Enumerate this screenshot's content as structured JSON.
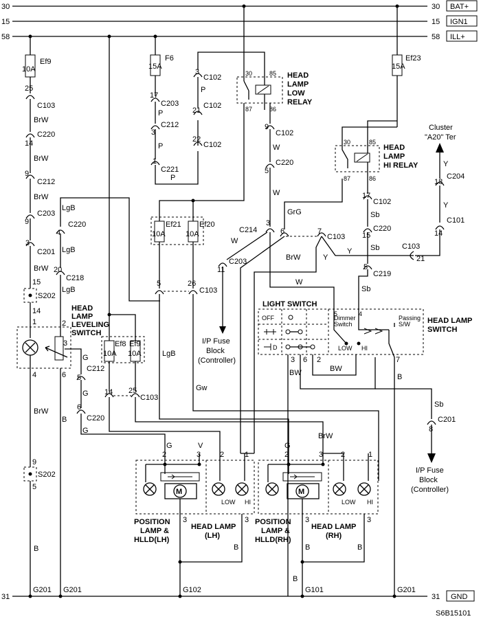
{
  "rails": {
    "top": [
      {
        "num": "30",
        "label": "BAT+"
      },
      {
        "num": "15",
        "label": "IGN1"
      },
      {
        "num": "58",
        "label": "ILL+"
      }
    ],
    "bottom": {
      "num": "31",
      "label": "GND"
    }
  },
  "relays": {
    "low": {
      "title": [
        "HEAD",
        "LAMP",
        "LOW",
        "RELAY"
      ],
      "pins": [
        "30",
        "85",
        "87",
        "86"
      ]
    },
    "hi": {
      "title": [
        "HEAD",
        "LAMP",
        "HI RELAY"
      ],
      "pins": [
        "30",
        "85",
        "87",
        "86"
      ]
    }
  },
  "fuses": {
    "ef9_left": {
      "name": "Ef9",
      "rating": "10A"
    },
    "f6": {
      "name": "F6",
      "rating": "15A"
    },
    "ef23": {
      "name": "Ef23",
      "rating": "15A"
    },
    "ef21": {
      "name": "Ef21",
      "rating": "10A"
    },
    "ef20": {
      "name": "Ef20",
      "rating": "10A"
    },
    "ef8": {
      "name": "Ef8",
      "rating": "10A"
    },
    "ef9_mid": {
      "name": "Ef9",
      "rating": "10A"
    }
  },
  "connectors": [
    {
      "id": "c103_25",
      "pin": "25",
      "name": "C103"
    },
    {
      "id": "c220_14",
      "pin": "14",
      "name": "C220"
    },
    {
      "id": "c212_9",
      "pin": "9",
      "name": "C212"
    },
    {
      "id": "c203_9",
      "pin": "9",
      "name": "C203"
    },
    {
      "id": "c201_3",
      "pin": "3",
      "name": "C201"
    },
    {
      "id": "c220_4",
      "pin": "4",
      "name": "C220"
    },
    {
      "id": "c218_20",
      "pin": "20",
      "name": "C218"
    },
    {
      "id": "c203_17",
      "pin": "17",
      "name": "C203"
    },
    {
      "id": "c212_3",
      "pin": "3",
      "name": "C212"
    },
    {
      "id": "c221_1",
      "pin": "1",
      "name": "C221"
    },
    {
      "id": "c102_3",
      "pin": "3",
      "name": "C102"
    },
    {
      "id": "c102_21",
      "pin": "21",
      "name": "C102"
    },
    {
      "id": "c102_22",
      "pin": "22",
      "name": "C102"
    },
    {
      "id": "c102_9",
      "pin": "9",
      "name": "C102"
    },
    {
      "id": "c220_5",
      "pin": "5",
      "name": "C220"
    },
    {
      "id": "c102_17",
      "pin": "17",
      "name": "C102"
    },
    {
      "id": "c220_15",
      "pin": "15",
      "name": "C220"
    },
    {
      "id": "c204_18",
      "pin": "18",
      "name": "C204"
    },
    {
      "id": "c101_14",
      "pin": "14",
      "name": "C101"
    },
    {
      "id": "c103_21",
      "pin": "21",
      "name": "C103"
    },
    {
      "id": "c219_5",
      "pin": "5",
      "name": "C219"
    },
    {
      "id": "c203_11",
      "pin": "11",
      "name": "C203"
    },
    {
      "id": "c212_5",
      "pin": "5",
      "name": "C212"
    },
    {
      "id": "c220_6",
      "pin": "6",
      "name": "C220"
    },
    {
      "id": "c201_8",
      "pin": "8",
      "name": "C201"
    }
  ],
  "wire_colors": {
    "brw": "BrW",
    "lgb": "LgB",
    "p": "P",
    "w": "W",
    "sb": "Sb",
    "y": "Y",
    "grg": "GrG",
    "g": "G",
    "gw": "Gw",
    "v": "V",
    "b": "B",
    "bw": "BW"
  },
  "splices": {
    "s202": "S202"
  },
  "labels": {
    "cluster": [
      "Cluster",
      "\"A20\" Ter"
    ],
    "ip_fuse": [
      "I/P Fuse",
      "Block",
      "(Controller)"
    ],
    "light_switch": "LIGHT SWITCH",
    "head_lamp_switch": [
      "HEAD LAMP",
      "SWITCH"
    ],
    "leveling_switch": [
      "HEAD",
      "LAMP",
      "LEVELING",
      "SWITCH"
    ],
    "dimmer": [
      "Dimmer",
      "Switch"
    ],
    "passing": [
      "Passing",
      "S/W"
    ],
    "switch_off": "OFF",
    "low": "LOW",
    "hi": "HI",
    "motor": "M",
    "pos_lh": [
      "POSITION",
      "LAMP &",
      "HLLD(LH)"
    ],
    "head_lh": [
      "HEAD LAMP",
      "(LH)"
    ],
    "pos_rh": [
      "POSITION",
      "LAMP &",
      "HLLD(RH)"
    ],
    "head_rh": [
      "HEAD LAMP",
      "(RH)"
    ],
    "c214": "C214",
    "c103": "C103",
    "c220": "C220",
    "c212": "C212",
    "c103_pin14": "14",
    "c103_pin26": "26",
    "c103_pin5": "5",
    "c214_pins": [
      "3",
      "6",
      "7"
    ],
    "pin_1": "1",
    "pin_2": "2",
    "pin_3": "3",
    "pin_4": "4",
    "pin_5": "5",
    "pin_6": "6",
    "pin_7": "7",
    "pin_9": "9",
    "pin_14": "14",
    "pin_15": "15"
  },
  "grounds": [
    "G201",
    "G201",
    "G102",
    "G101",
    "G201"
  ],
  "figure_id": "S6B15101"
}
